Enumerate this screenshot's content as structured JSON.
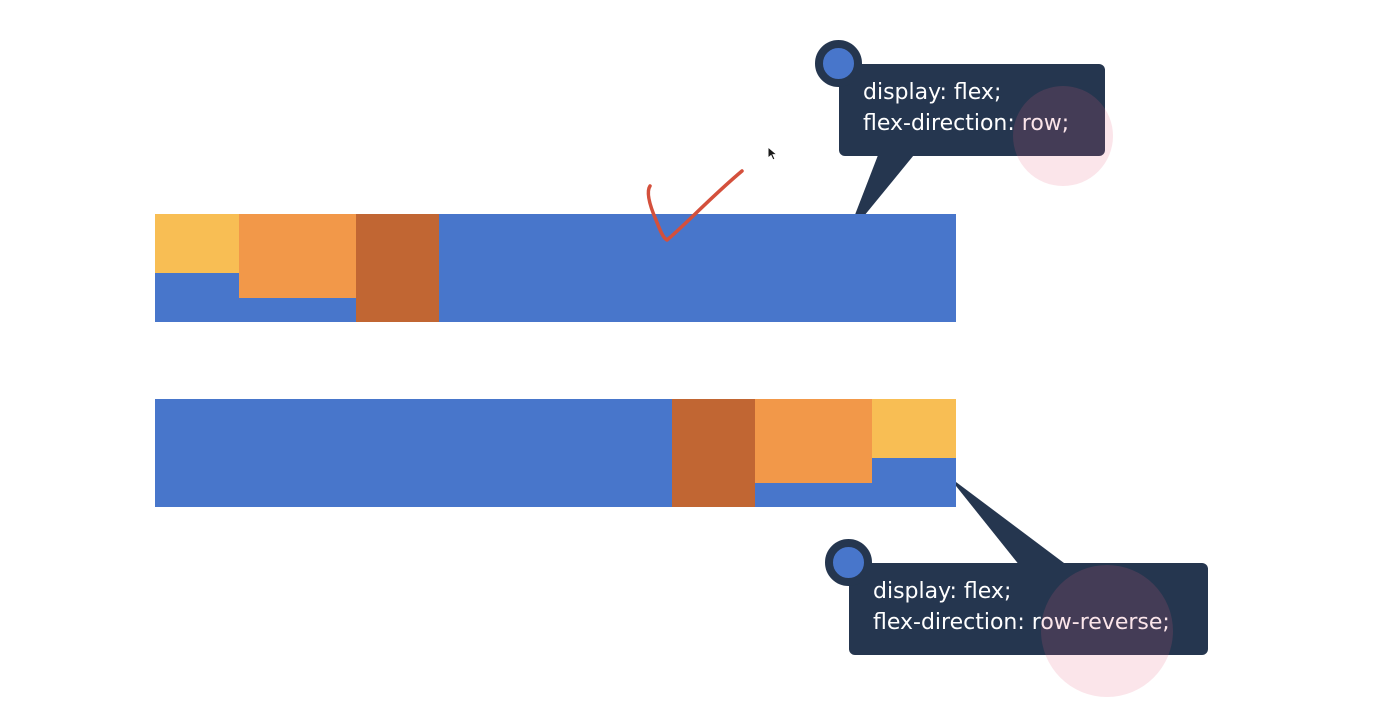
{
  "colors": {
    "container": "#4876CB",
    "item_1": "#F8BE54",
    "item_2": "#F29849",
    "item_3": "#C16633",
    "tooltip_bg": "#25364F",
    "tooltip_text": "#FFFFFF",
    "dot_fill": "#4876CB",
    "dot_ring": "#25364F",
    "highlight": "#E8607A",
    "check_mark": "#D4503C"
  },
  "tooltips": {
    "top": {
      "line1": "display: flex;",
      "line2_prefix": "flex-direction: ",
      "line2_value": "row;"
    },
    "bottom": {
      "line1": "display: flex;",
      "line2_prefix": "flex-direction: ",
      "line2_value": "row-reverse;"
    }
  },
  "icons": {
    "check": "check-mark-icon",
    "cursor": "mouse-cursor-icon"
  }
}
